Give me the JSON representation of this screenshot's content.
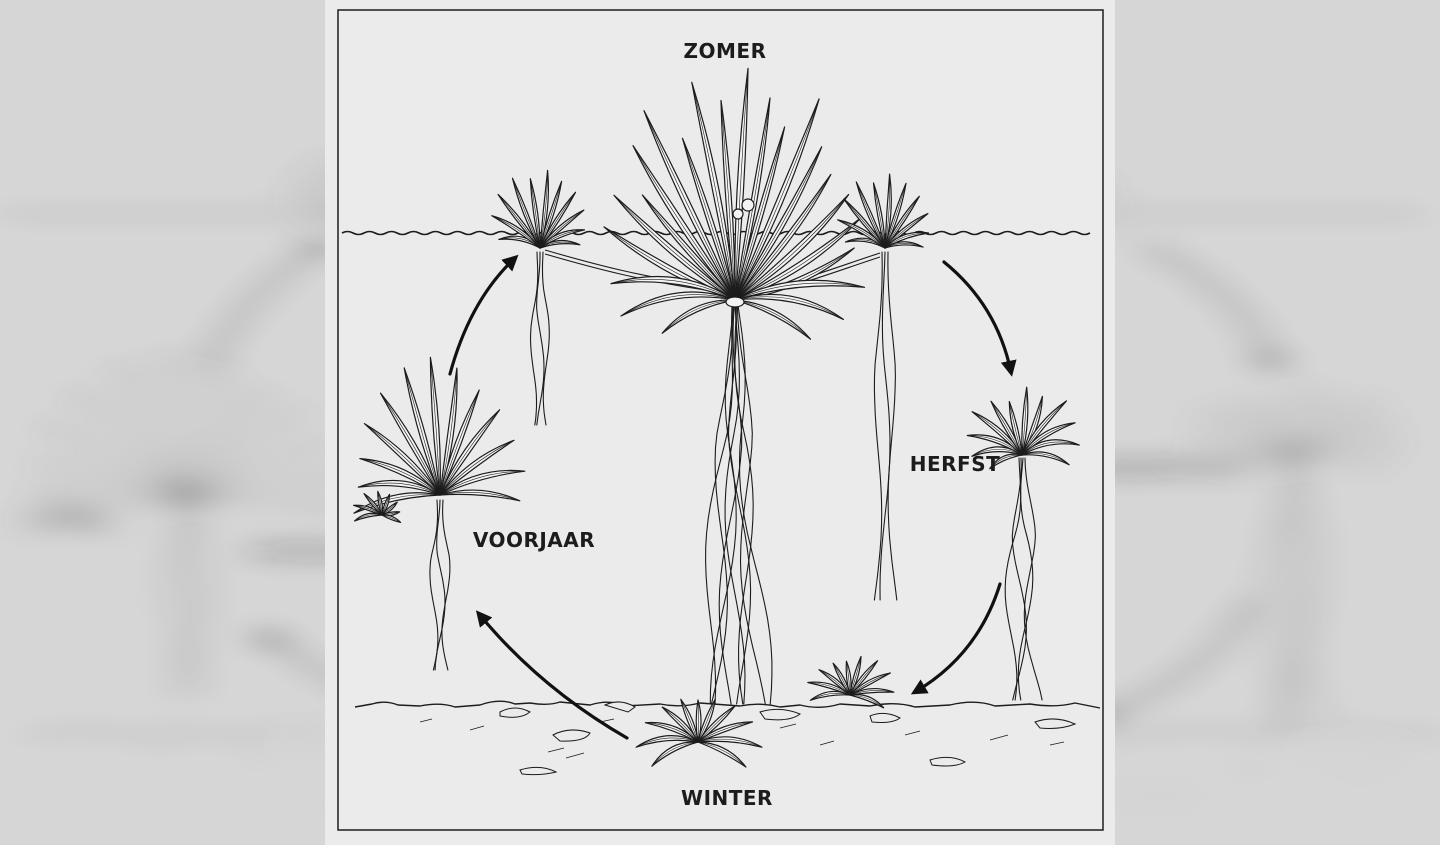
{
  "labels": {
    "summer": "ZOMER",
    "autumn": "HERFST",
    "winter": "WINTER",
    "spring": "VOORJAAR"
  },
  "colors": {
    "ink": "#1c1c1c",
    "paper": "#ebebeb",
    "leaf": "#f3f3f3",
    "backdrop": "#d6d6d6"
  }
}
